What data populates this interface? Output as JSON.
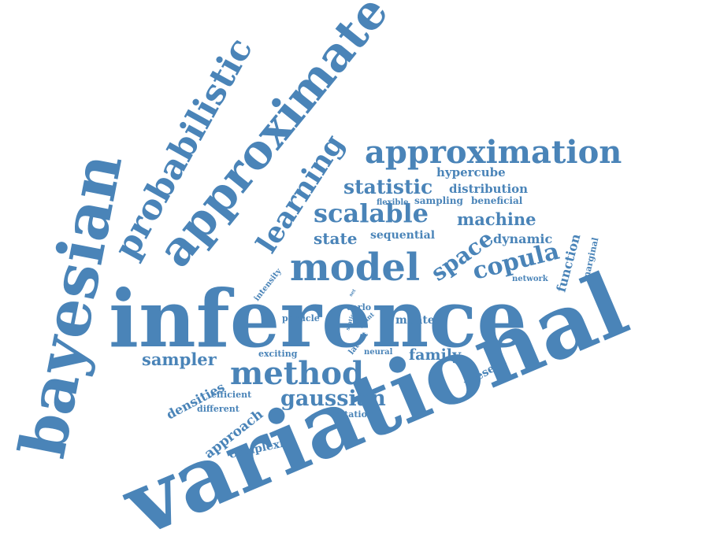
{
  "color": "#4a84b8",
  "words": [
    "variational",
    "inference",
    "bayesian",
    "approximate",
    "probabilistic",
    "approximation",
    "model",
    "method",
    "learning",
    "scalable",
    "statistic",
    "copula",
    "space",
    "gaussian",
    "machine",
    "sampler",
    "family",
    "state",
    "dynamic",
    "function",
    "densities",
    "approach",
    "hypercube",
    "distribution",
    "sequential",
    "monte",
    "complexity",
    "present",
    "sampling",
    "beneficial",
    "flexible",
    "marginal",
    "network",
    "intensity",
    "particle",
    "carlo",
    "exciting",
    "efficient",
    "different",
    "neural",
    "latent",
    "rotation",
    "point",
    "static",
    "set"
  ]
}
